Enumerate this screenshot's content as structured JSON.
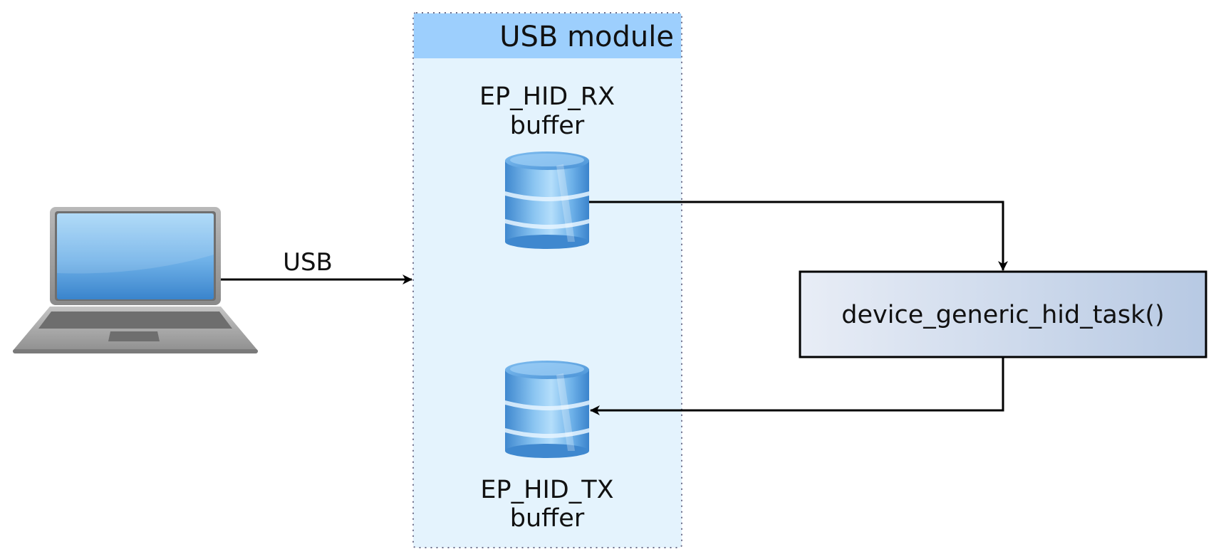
{
  "usb_module": {
    "title": "USB module"
  },
  "buffers": {
    "rx": {
      "line1": "EP_HID_RX",
      "line2": "buffer"
    },
    "tx": {
      "line1": "EP_HID_TX",
      "line2": "buffer"
    }
  },
  "connection": {
    "label": "USB"
  },
  "task": {
    "label": "device_generic_hid_task()"
  },
  "icons": {
    "host": "laptop-icon",
    "buffer": "database-icon"
  },
  "colors": {
    "module_fill": "#e4f3fd",
    "module_header": "#9dcffd",
    "module_border": "#6e6e8a",
    "task_fill_start": "#e8edf6",
    "task_fill_end": "#b7c9e3",
    "arrow": "#000000"
  }
}
